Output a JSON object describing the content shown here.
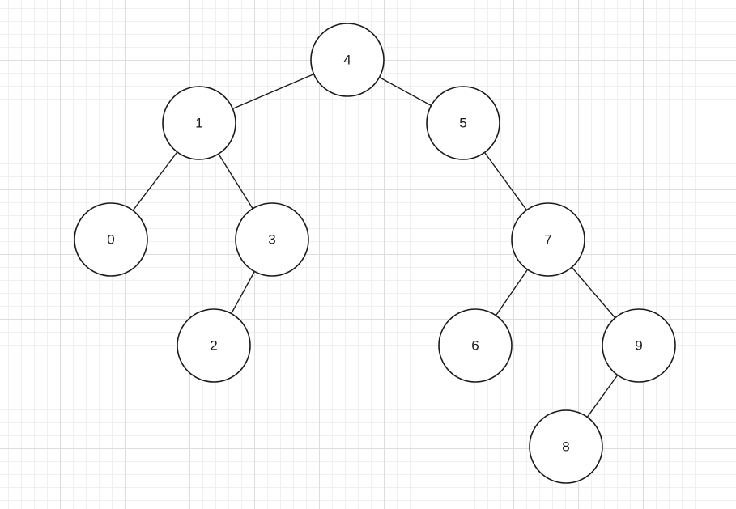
{
  "tree": {
    "nodes": [
      {
        "id": "4",
        "label": "4"
      },
      {
        "id": "1",
        "label": "1"
      },
      {
        "id": "5",
        "label": "5"
      },
      {
        "id": "0",
        "label": "0"
      },
      {
        "id": "3",
        "label": "3"
      },
      {
        "id": "2",
        "label": "2"
      },
      {
        "id": "7",
        "label": "7"
      },
      {
        "id": "6",
        "label": "6"
      },
      {
        "id": "9",
        "label": "9"
      },
      {
        "id": "8",
        "label": "8"
      }
    ],
    "edges": [
      {
        "from": "4",
        "to": "1"
      },
      {
        "from": "4",
        "to": "5"
      },
      {
        "from": "1",
        "to": "0"
      },
      {
        "from": "1",
        "to": "3"
      },
      {
        "from": "3",
        "to": "2"
      },
      {
        "from": "5",
        "to": "7"
      },
      {
        "from": "7",
        "to": "6"
      },
      {
        "from": "7",
        "to": "9"
      },
      {
        "from": "9",
        "to": "8"
      }
    ]
  },
  "colors": {
    "stroke": "#1a1a1a",
    "node_fill": "#ffffff",
    "grid": "#dddddd"
  }
}
